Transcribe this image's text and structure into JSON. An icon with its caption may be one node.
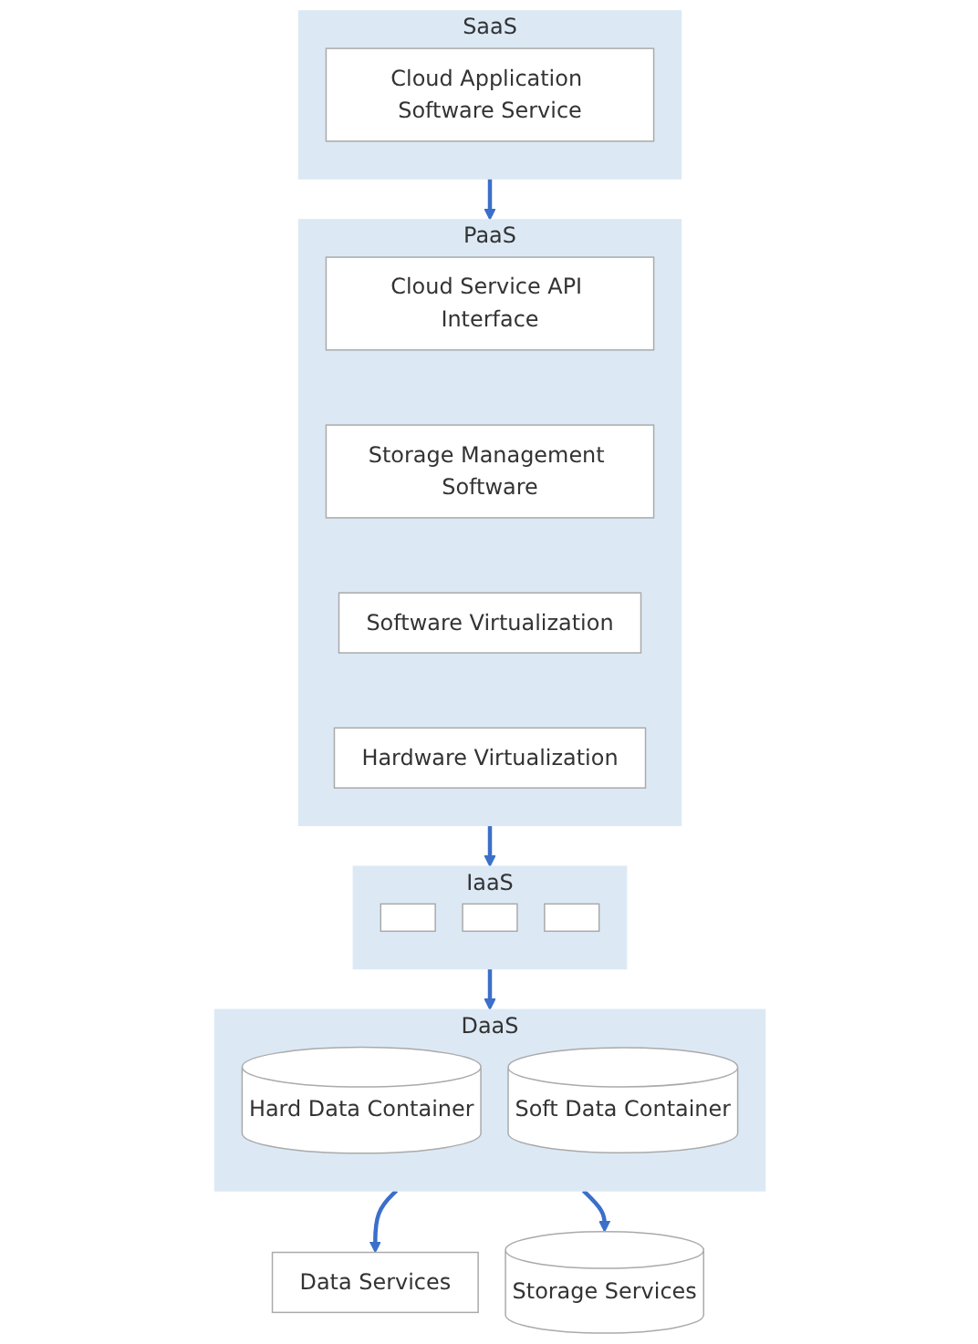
{
  "diagram": {
    "nodes": [
      {
        "text": [
          "SaaS"
        ]
      },
      {
        "text": [
          "Cloud Application Software Service"
        ],
        "in": 0
      },
      {
        "text": [
          "PaaS"
        ]
      },
      {
        "text": [
          "Cloud Service API Interface"
        ],
        "in": 2
      },
      {
        "text": [
          "Storage Management Software"
        ],
        "in": 2
      },
      {
        "text": [
          "Software Virtualization"
        ],
        "in": 2
      },
      {
        "text": [
          "Hardware Virtualization"
        ],
        "in": 2
      },
      {
        "text": [
          "IaaS"
        ]
      },
      {
        "text": [],
        "shape": "box",
        "in": 7
      },
      {
        "text": [],
        "shape": "box",
        "in": 7
      },
      {
        "text": [],
        "shape": "box",
        "in": 7
      },
      {
        "text": [
          "DaaS"
        ]
      },
      {
        "text": [
          "Hard Data Container"
        ],
        "in": 11
      },
      {
        "text": [
          "Soft Data Container"
        ],
        "in": 11
      },
      {
        "text": [
          "Data Services"
        ]
      },
      {
        "text": [
          "Storage Services"
        ]
      }
    ],
    "edges": [
      {
        "from": 0,
        "to": 2,
        "arrow": "to"
      },
      {
        "from": 2,
        "to": 7,
        "arrow": "to"
      },
      {
        "from": 7,
        "to": 11,
        "arrow": "to"
      },
      {
        "from": 11,
        "to": 14,
        "arrow": "to"
      },
      {
        "from": 11,
        "to": 15,
        "arrow": "to"
      }
    ]
  }
}
